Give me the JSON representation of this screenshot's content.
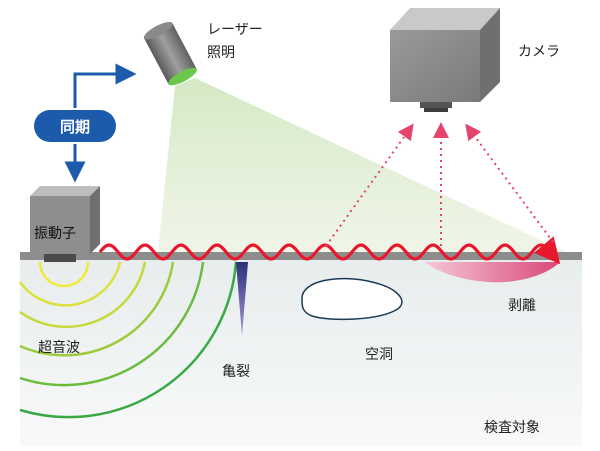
{
  "labels": {
    "laser": [
      "レーザー",
      "照明"
    ],
    "camera": "カメラ",
    "sync": "同期",
    "transducer": "振動子",
    "ultrasound": "超音波",
    "crack": "亀裂",
    "void": "空洞",
    "delamination": "剥離",
    "target": "検査対象"
  },
  "colors": {
    "sync_blue": "#1c5bab",
    "wave_red": "#e8192c",
    "dotted_pink": "#e5446d",
    "laser_green": "#8fc45a",
    "surface_gray": "#8d8d8d",
    "crack_purple": "#3f3d8f"
  }
}
